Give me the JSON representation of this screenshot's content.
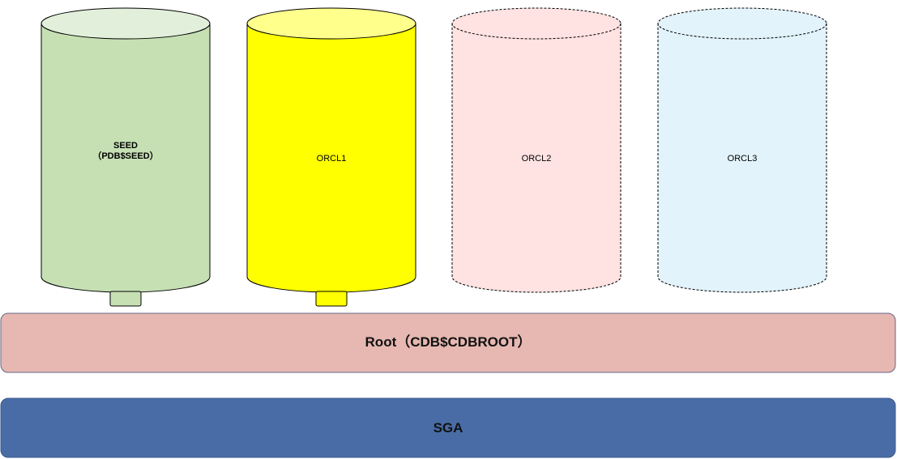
{
  "cylinders": [
    {
      "id": "seed",
      "line1": "SEED",
      "line2": "（PDB$SEED）",
      "body_color": "#c6e0b4",
      "top_color": "#e2efda",
      "stroke": "#000000",
      "dashed": false,
      "connector": true,
      "bold": true
    },
    {
      "id": "orcl1",
      "line1": "ORCL1",
      "line2": "",
      "body_color": "#ffff00",
      "top_color": "#ffff8c",
      "stroke": "#000000",
      "dashed": false,
      "connector": true,
      "bold": false
    },
    {
      "id": "orcl2",
      "line1": "ORCL2",
      "line2": "",
      "body_color": "#ffe2e2",
      "top_color": "#ffe2e2",
      "stroke": "#000000",
      "dashed": true,
      "connector": false,
      "bold": false
    },
    {
      "id": "orcl3",
      "line1": "ORCL3",
      "line2": "",
      "body_color": "#e2f3fb",
      "top_color": "#e2f3fb",
      "stroke": "#000000",
      "dashed": true,
      "connector": false,
      "bold": false
    }
  ],
  "root": {
    "label": "Root（CDB$CDBROOT）",
    "fill": "#e6b8b1",
    "stroke": "#666688"
  },
  "sga": {
    "label": "SGA",
    "fill": "#4a6ca6",
    "stroke": "#3a5a90"
  }
}
